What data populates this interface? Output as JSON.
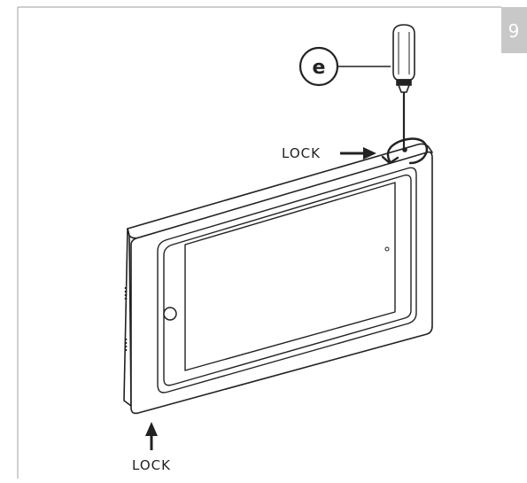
{
  "step_number": "9",
  "tool_callout": "e",
  "labels": {
    "lock_top": "LOCK",
    "lock_bottom": "LOCK"
  },
  "colors": {
    "line": "#222222",
    "panel_border": "#b0b0b0",
    "step_badge": "#c8c8c8"
  },
  "icons": [
    "screwdriver-icon",
    "rotation-arrow-icon",
    "arrow-right-icon",
    "arrow-up-icon",
    "home-button-icon"
  ]
}
